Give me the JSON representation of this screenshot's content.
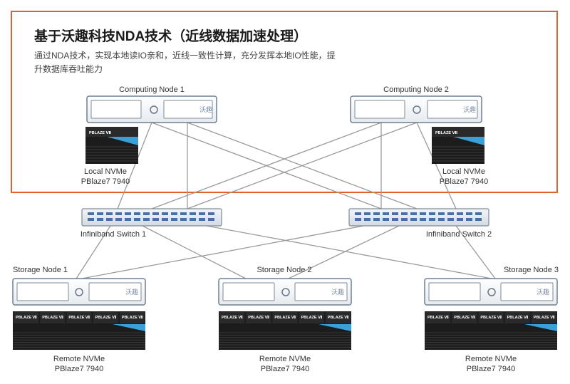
{
  "header": {
    "title": "基于沃趣科技NDA技术（近线数据加速处理）",
    "description": "通过NDA技术，实现本地读IO亲和，近线一致性计算，充分发挥本地IO性能，提升数据库吞吐能力"
  },
  "compute_nodes": [
    {
      "label": "Computing Node 1",
      "logo_text": "沃趣",
      "ssd_label": "PBLAZE Ⅶ",
      "drive_line1": "Local  NVMe",
      "drive_line2": "PBlaze7 7940"
    },
    {
      "label": "Computing Node 2",
      "logo_text": "沃趣",
      "ssd_label": "PBLAZE Ⅶ",
      "drive_line1": "Local  NVMe",
      "drive_line2": "PBlaze7 7940"
    }
  ],
  "switches": [
    {
      "label": "Infiniband Switch 1"
    },
    {
      "label": "Infiniband Switch 2"
    }
  ],
  "storage_nodes": [
    {
      "label": "Storage Node 1",
      "logo_text": "沃趣",
      "ssd_label": "PBLAZE Ⅶ",
      "drive_line1": "Remote NVMe",
      "drive_line2": "PBlaze7 7940"
    },
    {
      "label": "Storage Node 2",
      "logo_text": "沃趣",
      "ssd_label": "PBLAZE Ⅶ",
      "drive_line1": "Remote NVMe",
      "drive_line2": "PBlaze7 7940"
    },
    {
      "label": "Storage Node 3",
      "logo_text": "沃趣",
      "ssd_label": "PBLAZE Ⅶ",
      "drive_line1": "Remote NVMe",
      "drive_line2": "PBlaze7 7940"
    }
  ],
  "colors": {
    "highlight_border": "#e0622a",
    "server_frame": "#6f7f8f",
    "connector_line": "#999999",
    "switch_port": "#4a6fa5",
    "ssd_body": "#1c1c1c",
    "ssd_accent": "#3aa0d8"
  }
}
